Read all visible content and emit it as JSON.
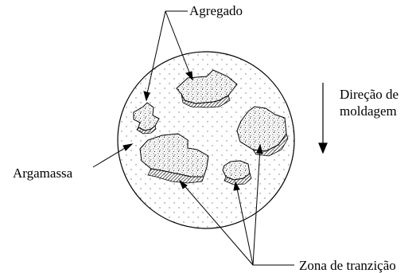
{
  "labels": {
    "aggregate": "Agregado",
    "casting_direction_line1": "Direção de",
    "casting_direction_line2": "moldagem",
    "mortar": "Argamassa",
    "transition_zone": "Zona de tranzição"
  },
  "colors": {
    "ink": "#000000",
    "background": "#ffffff",
    "aggregate_hatch": "#000000"
  }
}
